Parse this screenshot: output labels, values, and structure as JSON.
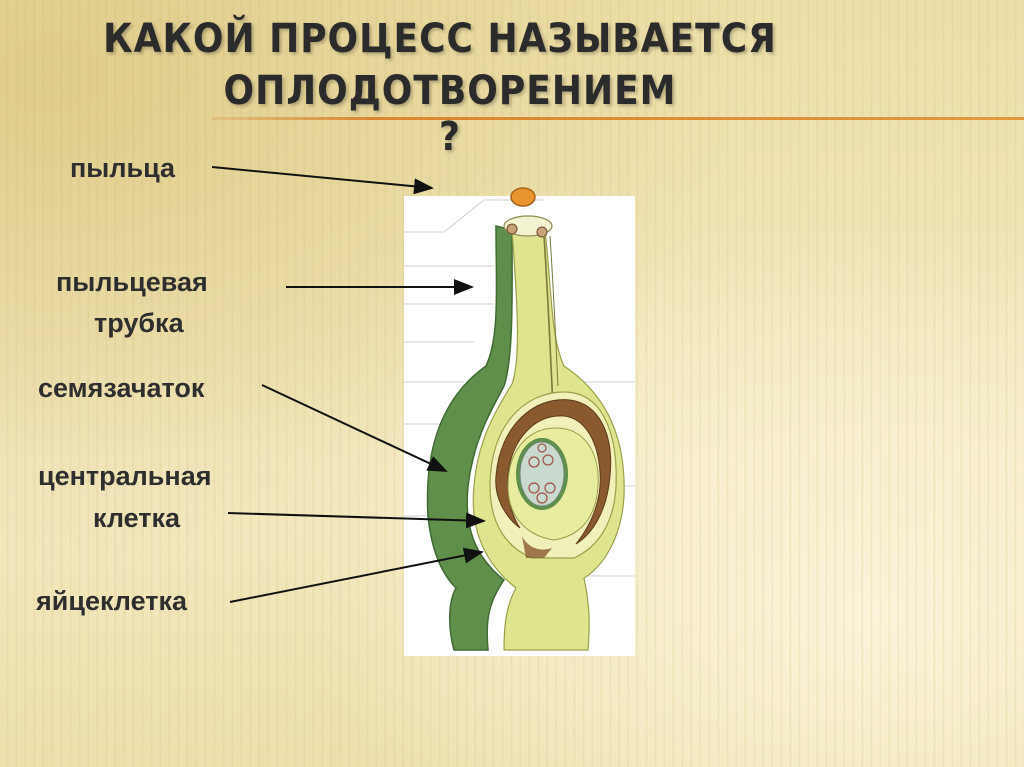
{
  "slide": {
    "title_line1": "КАКОЙ ПРОЦЕСС НАЗЫВАЕТСЯ",
    "title_line2": "ОПЛОДОТВОРЕНИЕМ ?"
  },
  "labels": {
    "pollen": "пыльца",
    "pollen_tube_line1": "пыльцевая",
    "pollen_tube_line2": "трубка",
    "ovule": "семязачаток",
    "central_cell_line1": "центральная",
    "central_cell_line2": "клетка",
    "egg_cell": "яйцеклетка"
  },
  "colors": {
    "accent_rule": "#d9862e",
    "pollen_grain": "#e8952f",
    "pistil_wall": "#5f8f4a",
    "pistil_inner": "#dfe58e",
    "integument": "#8a5a2e",
    "embryo_sac": "#c9d9ce"
  }
}
